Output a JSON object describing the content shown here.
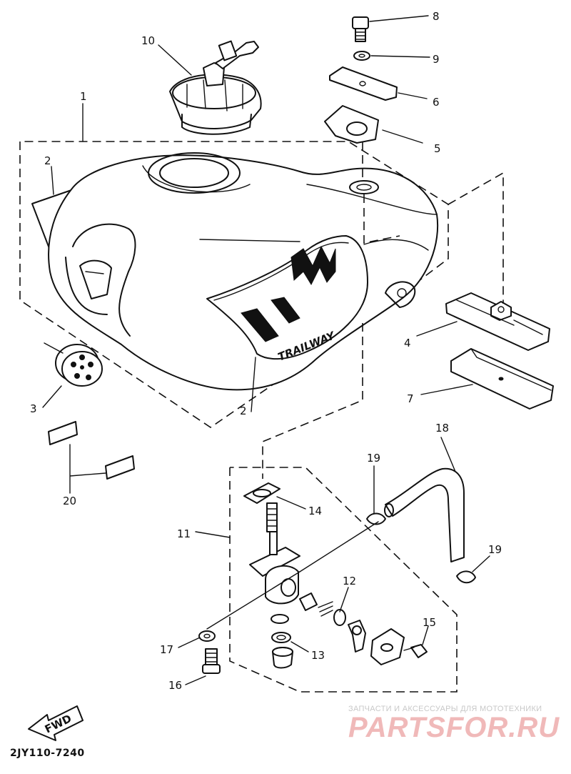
{
  "callouts": {
    "c1": "1",
    "c2a": "2",
    "c2b": "2",
    "c3": "3",
    "c4": "4",
    "c5": "5",
    "c6": "6",
    "c7": "7",
    "c8": "8",
    "c9": "9",
    "c10": "10",
    "c11": "11",
    "c12": "12",
    "c13": "13",
    "c14": "14",
    "c15": "15",
    "c16": "16",
    "c17": "17",
    "c18": "18",
    "c19a": "19",
    "c19b": "19",
    "c20": "20"
  },
  "tank_decal_text": "TRAILWAY",
  "fwd_arrow_text": "FWD",
  "reference_code": "2JY110-7240",
  "watermark": {
    "caption": "ЗАПЧАСТИ И АКСЕССУАРЫ ДЛЯ МОТОТЕХНИКИ",
    "brand": "PARTSFOR.RU",
    "brand_color": "#f0b9b9"
  }
}
